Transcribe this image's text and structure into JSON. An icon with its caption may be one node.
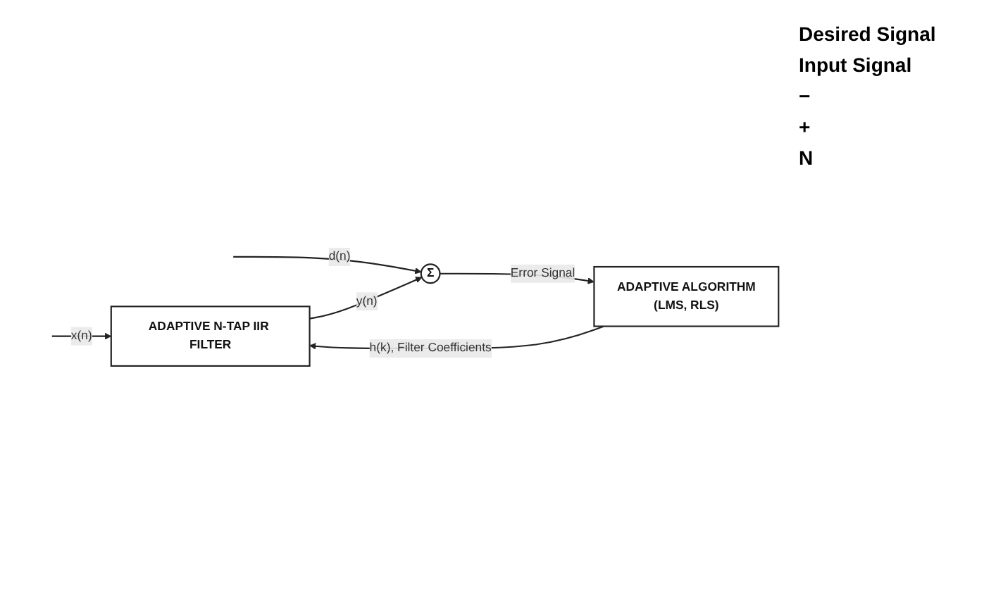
{
  "diagram": {
    "nodes": [
      {
        "text": [
          "ADAPTIVE N-TAP IIR FILTER"
        ]
      },
      {
        "text": [
          "Σ"
        ]
      },
      {
        "text": [
          "ADAPTIVE ALGORITHM",
          "(LMS, RLS)"
        ]
      }
    ],
    "edges": [
      {
        "from": null,
        "to": 1,
        "arrow": "to",
        "label": "d(n)"
      },
      {
        "from": null,
        "to": 0,
        "arrow": "to",
        "label": "x(n)"
      },
      {
        "from": 0,
        "to": 1,
        "arrow": "to",
        "label": "y(n)"
      },
      {
        "from": 1,
        "to": 2,
        "arrow": "to",
        "label": "Error Signal"
      },
      {
        "from": 2,
        "to": 0,
        "arrow": "to",
        "label": "h(k), Filter Coefficients"
      }
    ],
    "labels": [
      "Desired Signal",
      "Input Signal",
      "−",
      "+",
      "N"
    ]
  }
}
